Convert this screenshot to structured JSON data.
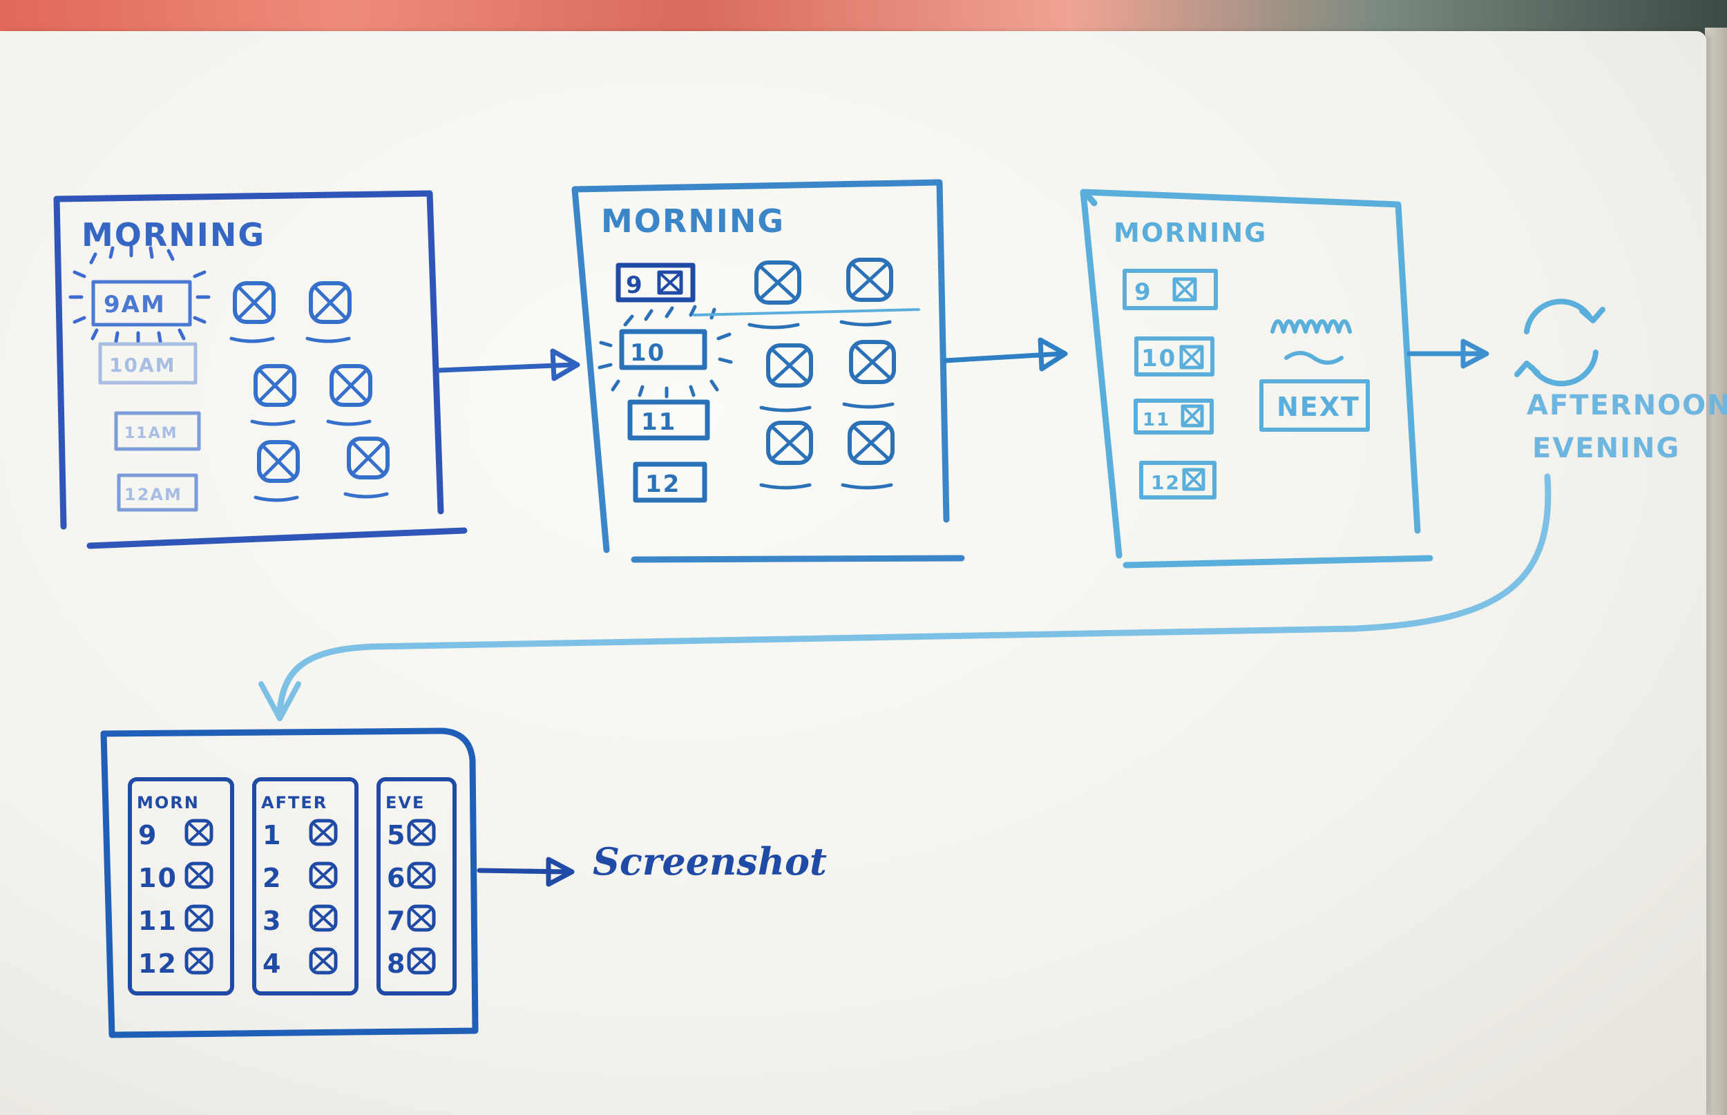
{
  "colors": {
    "deep_blue": "#2f55b8",
    "mid_blue": "#3a86c9",
    "light_blue": "#5aaedb",
    "faded_blue": "#8fb7e0",
    "navy": "#1f4aa6"
  },
  "screen1": {
    "title": "MORNING",
    "slots": [
      "9AM",
      "10AM",
      "11AM",
      "12AM"
    ]
  },
  "screen2": {
    "title": "MORNING",
    "slots": [
      "9",
      "10",
      "11",
      "12"
    ]
  },
  "screen3": {
    "title": "MORNING",
    "slots": [
      "9",
      "10",
      "11",
      "12"
    ],
    "next_label": "NEXT"
  },
  "loop_label": {
    "line1": "AFTERNOON",
    "line2": "EVENING"
  },
  "summary": {
    "columns": [
      {
        "header": "MORN",
        "slots": [
          "9",
          "10",
          "11",
          "12"
        ]
      },
      {
        "header": "AFTER",
        "slots": [
          "1",
          "2",
          "3",
          "4"
        ]
      },
      {
        "header": "EVE",
        "slots": [
          "5",
          "6",
          "7",
          "8"
        ]
      }
    ]
  },
  "final_label": "Screenshot"
}
